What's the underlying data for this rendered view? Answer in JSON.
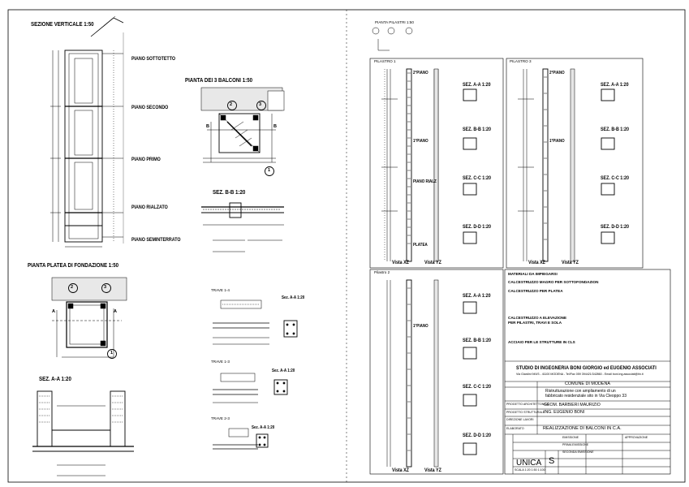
{
  "left": {
    "sezione_verticale": "SEZIONE VERTICALE 1:50",
    "floors": [
      "PIANO SOTTOTETTO",
      "PIANO SECONDO",
      "PIANO PRIMO",
      "PIANO RIALZATO",
      "PIANO SEMINTERRATO"
    ],
    "pianta_balconi": "PIANTA DEI 3 BALCONI 1:50",
    "sez_bb": "SEZ. B-B 1:20",
    "pianta_platea": "PIANTA PLATEA DI FONDAZIONE 1:50",
    "sez_aa": "SEZ. A-A 1:20",
    "markers": [
      "2",
      "3",
      "1"
    ],
    "marker_letters": [
      "B",
      "B",
      "A",
      "A"
    ]
  },
  "middle": {
    "travi": [
      "TRAVE 1-4",
      "TRAVE 1-3",
      "TRAVE 2-3"
    ],
    "sez_aa_labels": [
      "Sez. A-A 1:20",
      "Sez. A-A 1:20",
      "Sez. A-A 1:20"
    ]
  },
  "right": {
    "pianta_pilastri": "PIANTA PILASTRI 1:50",
    "pilastro_1": "PILASTRO 1",
    "pilastro_3": "PILASTRO 3",
    "pilastro_2": "Pilastro 2",
    "sections": [
      "SEZ. A-A 1:20",
      "SEZ. B-B 1:20",
      "SEZ. C-C 1:20",
      "SEZ. D-D 1:20"
    ],
    "vista_xz": "Vista XZ",
    "vista_yz": "Vista YZ",
    "piano_labels": [
      "2°PIANO",
      "1°PIANO",
      "PIANO RIALZ",
      "PLATEA"
    ]
  },
  "materials": {
    "heading": "MATERIALI DA IMPIEGARSI",
    "magro": "CALCESTRUZZO MAGRO PER SOTTOFONDAZION",
    "platea": "CALCESTRUZZO PER PLATEA",
    "elevazione": "CALCESTRUZZO A ELEVAZIONE",
    "elevazione2": "PER PILASTRI, TRAVI E SOLA",
    "acciaio": "ACCIAIO PER LE STRUTTURE IN CLS"
  },
  "title_block": {
    "studio": "STUDIO DI INGEGNERIA BONI GIORGIO ed EUGENIO ASSOCIATI",
    "address": "Via Giardini 949/3 - 41100 MODENA - Tel/Fax 059 394421/342860 - Email boni.ing.associati@tin.it",
    "committente": "COMUNE DI MODENA",
    "oggetto": "Ristrutturazione con ampliamento di un fabbricato residenziale sito in Via Cleoppo 33",
    "progetto_arch_label": "PROGETTO ARCHITETTONICO",
    "progetto_arch": "GEOM. BARBIERI MAURIZIO",
    "progetto_strutt_label": "PROGETTO STRUTTURALE",
    "progetto_strutt": "ING. EUGENIO BONI",
    "direzione_lavori": "DIREZIONE LAVORI",
    "elaborato_label": "ELABORATO",
    "elaborato": "REALIZZAZIONE DI BALCONI IN C.A.",
    "tavola": "UNICA",
    "sheet_letter": "S",
    "scala": "SCALA 1:20 1:50 1:100",
    "revisioni": [
      "EMISSIONE",
      "PRIMA EMISSIONE",
      "SECONDA EMISSIONE"
    ],
    "approvazione": "APPROVAZIONE"
  }
}
